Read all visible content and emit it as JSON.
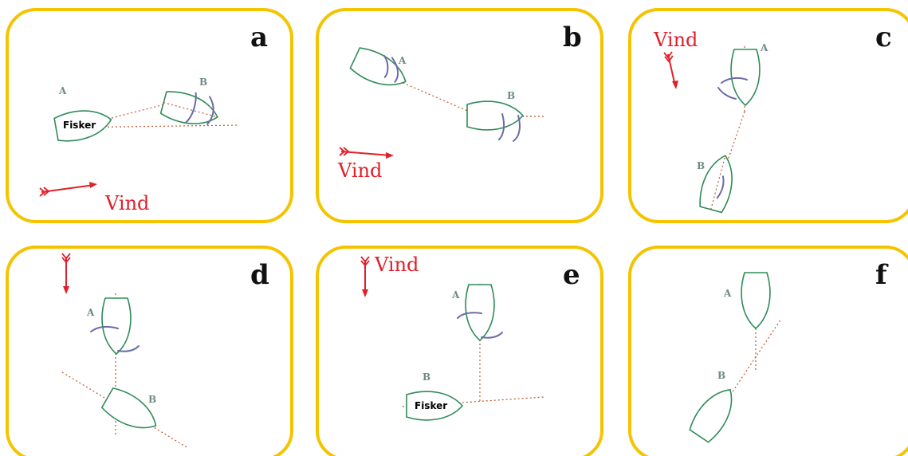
{
  "panels": {
    "a": {
      "letter": "a",
      "boat_a": "A",
      "boat_b": "B",
      "fisher": "Fisker",
      "wind": "Vind"
    },
    "b": {
      "letter": "b",
      "boat_a": "A",
      "boat_b": "B",
      "wind": "Vind"
    },
    "c": {
      "letter": "c",
      "boat_a": "A",
      "boat_b": "B",
      "wind": "Vind"
    },
    "d": {
      "letter": "d",
      "boat_a": "A",
      "boat_b": "B"
    },
    "e": {
      "letter": "e",
      "boat_a": "A",
      "boat_b": "B",
      "fisher": "Fisker",
      "wind": "Vind"
    },
    "f": {
      "letter": "f",
      "boat_a": "A",
      "boat_b": "B"
    }
  },
  "colors": {
    "frame": "#f5c400",
    "hull": "#2e8b57",
    "sail": "#6b6aa8",
    "course_line": "#c0562e",
    "wind": "#e0202a",
    "label": "#6e8c86"
  }
}
